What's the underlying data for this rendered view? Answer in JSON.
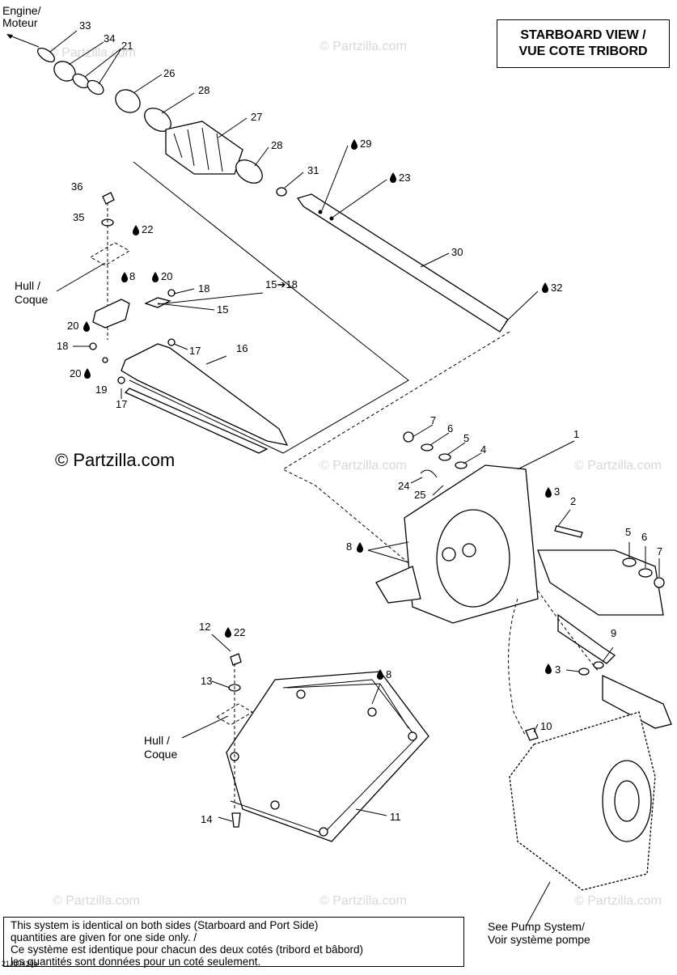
{
  "view_title": {
    "line1": "STARBOARD VIEW /",
    "line2": "VUE COTE TRIBORD"
  },
  "copyright": "© Partzilla.com",
  "watermark": "© Partzilla.com",
  "diagram_code": "21Jd0410a",
  "labels": {
    "engine": [
      "Engine/",
      "Moteur"
    ],
    "hull_upper": [
      "Hull /",
      "Coque"
    ],
    "hull_lower": [
      "Hull /",
      "Coque"
    ],
    "pump": [
      "See Pump System/",
      "Voir système pompe"
    ]
  },
  "note_lines": [
    "This system is identical on both sides (Starboard and Port Side)",
    "quantities are given for one side only. /",
    "Ce système est identique pour chacun des deux cotés (tribord et bâbord)",
    "les quantités sont données pour un coté seulement."
  ],
  "callouts": {
    "c33": "33",
    "c34": "34",
    "c21": "21",
    "c26": "26",
    "c28a": "28",
    "c27": "27",
    "c28b": "28",
    "c31": "31",
    "c29": "29",
    "c23": "23",
    "c36": "36",
    "c35": "35",
    "c22a": "22",
    "c30": "30",
    "c32": "32",
    "c8a": "8",
    "c20a": "20",
    "c18a": "18",
    "c1518": "15➔18",
    "c15": "15",
    "c20b": "20",
    "c18b": "18",
    "c17a": "17",
    "c16": "16",
    "c20c": "20",
    "c19": "19",
    "c17b": "17",
    "c7a": "7",
    "c6a": "6",
    "c5a": "5",
    "c4": "4",
    "c1": "1",
    "c24": "24",
    "c25": "25",
    "c3a": "3",
    "c2": "2",
    "c8b": "8",
    "c5b": "5",
    "c6b": "6",
    "c7b": "7",
    "c22b": "22",
    "c12": "12",
    "c13": "13",
    "c8c": "8",
    "c9": "9",
    "c3b": "3",
    "c10": "10",
    "c11": "11",
    "c14": "14"
  }
}
